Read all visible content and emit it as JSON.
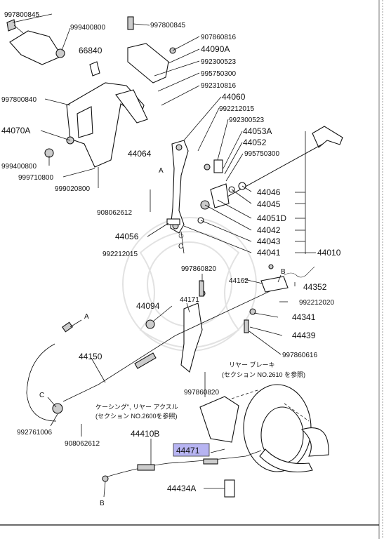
{
  "labels": {
    "p_997800845_a": "997800845",
    "p_997800845_b": "997800845",
    "p_999400800": "999400800",
    "p_66840": "66840",
    "p_907860816": "907860816",
    "p_44090A": "44090A",
    "p_992300523_a": "992300523",
    "p_995750300": "995750300",
    "p_997800840": "997800840",
    "p_992310816": "992310816",
    "p_44060": "44060",
    "p_992212015_a": "992212015",
    "p_44070A": "44070A",
    "p_992300523_b": "992300523",
    "p_44053A": "44053A",
    "p_44052": "44052",
    "p_44064": "44064",
    "p_999400800_b": "999400800",
    "p_995750300_b": "995750300",
    "p_999710800": "999710800",
    "p_999020800": "999020800",
    "p_44046": "44046",
    "p_44045": "44045",
    "p_908062612_a": "908062612",
    "p_44051D": "44051D",
    "p_44042": "44042",
    "p_44056": "44056",
    "p_44043": "44043",
    "p_992212015_b": "992212015",
    "p_44041": "44041",
    "p_44010": "44010",
    "p_997860820_a": "997860820",
    "p_44162": "44162",
    "p_44352": "44352",
    "p_44094": "44094",
    "p_44171": "44171",
    "p_992212020": "992212020",
    "p_44341": "44341",
    "p_44439": "44439",
    "p_997860616": "997860616",
    "p_44150": "44150",
    "p_997860820_b": "997860820",
    "p_992761006": "992761006",
    "p_908062612_b": "908062612",
    "p_44410B": "44410B",
    "p_44471": "44471",
    "p_44434A": "44434A",
    "ref_A_1": "A",
    "ref_A_2": "A",
    "ref_B_1": "B",
    "ref_B_2": "B",
    "ref_C_1": "C",
    "ref_C_2": "C"
  },
  "notes": {
    "rear_brake_1": "リヤー ブレーキ",
    "rear_brake_2": "(セクション NO.2610 を参照)",
    "housing_1": "ケーシング\", リヤー アクスル",
    "housing_2": "(セクション NO.2600を参照)"
  },
  "colors": {
    "highlight": "#b7b4f2"
  }
}
